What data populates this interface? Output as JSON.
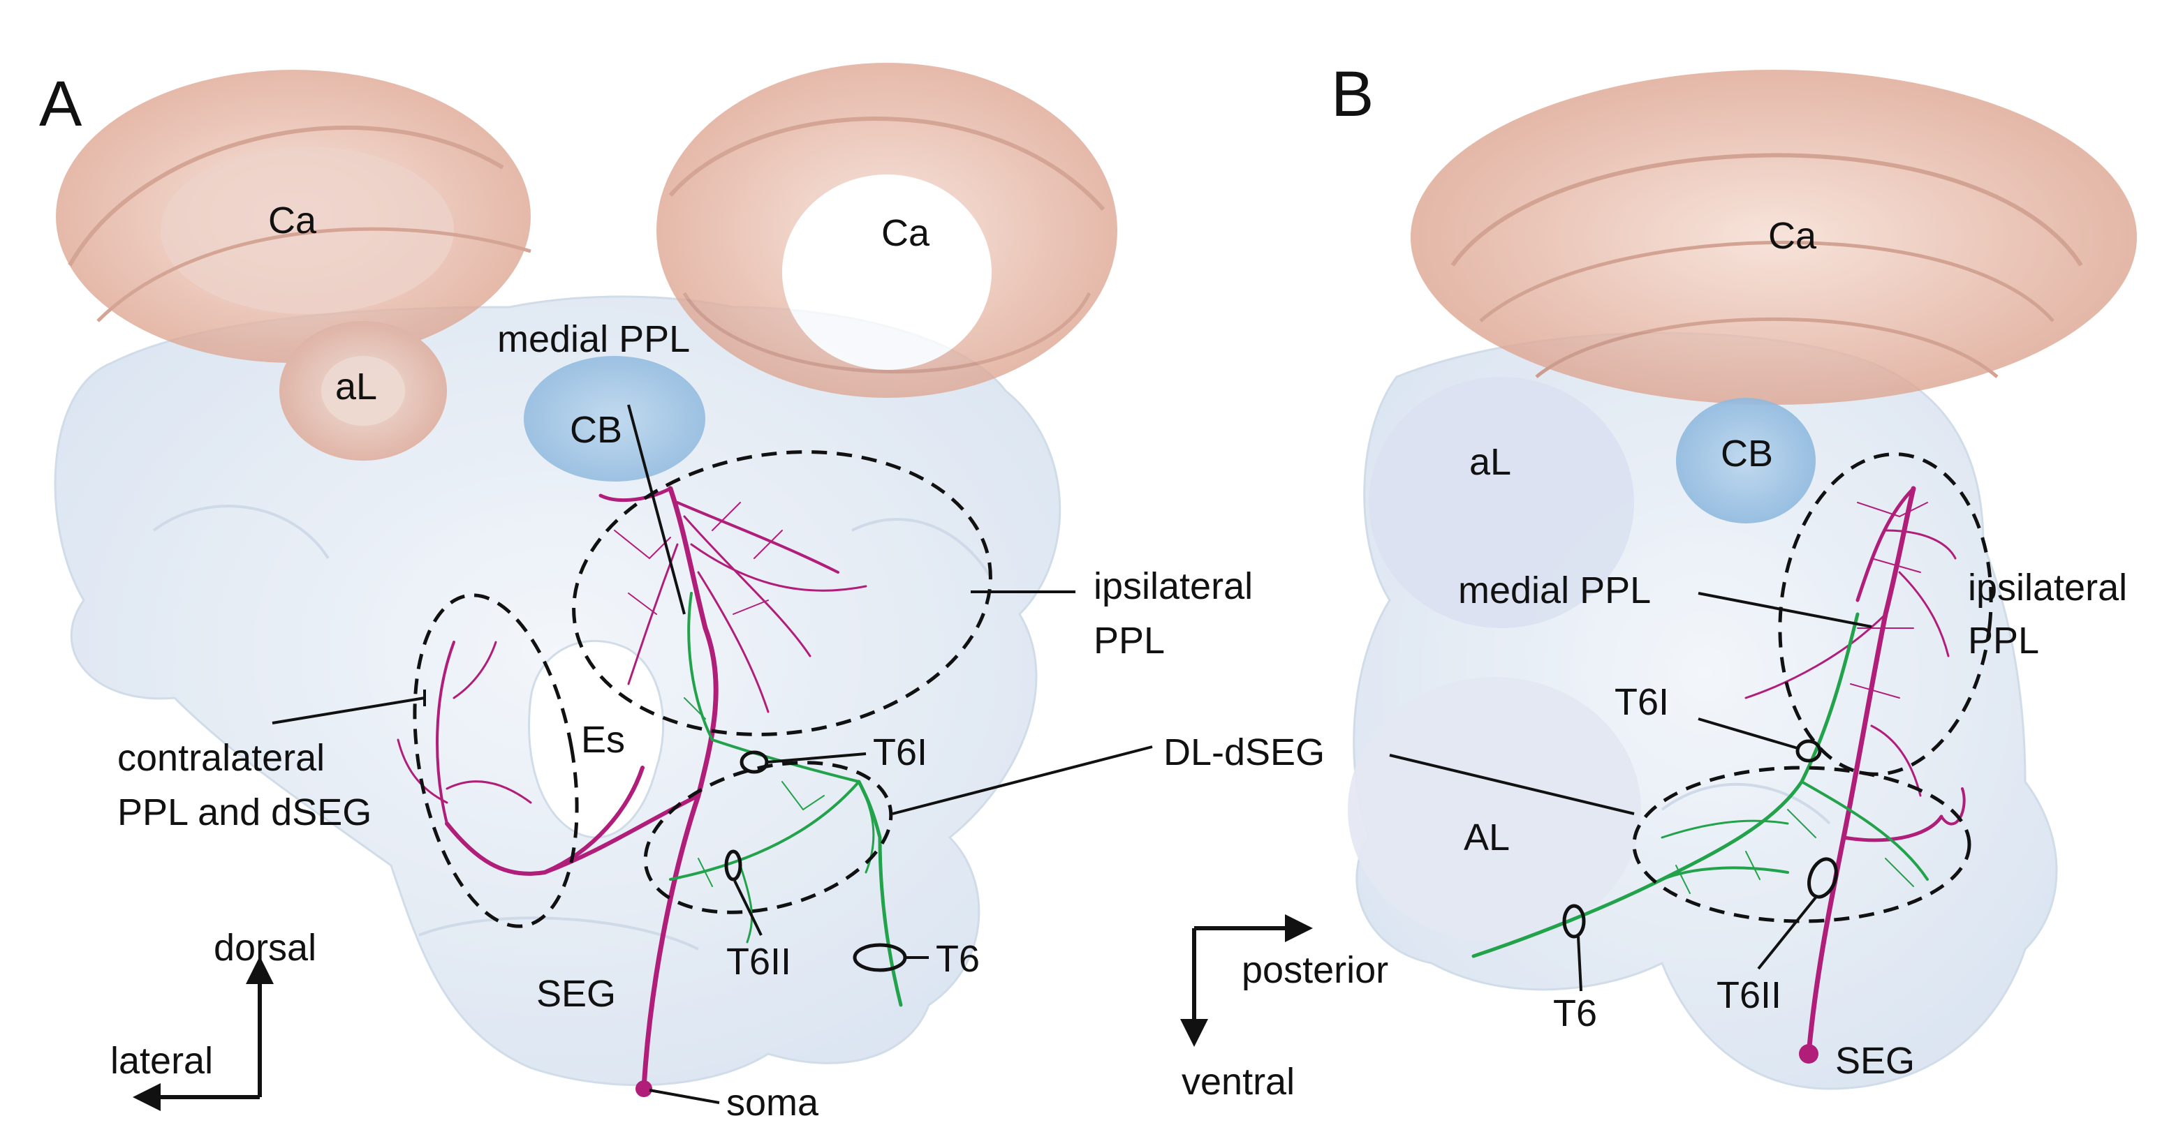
{
  "colors": {
    "neuropil_blue": "#dfe8f3",
    "calyx_orange": "#e8b6a3",
    "cb_blue": "#9ec4e4",
    "neuron_magenta": "#b01e7a",
    "neuron_green": "#22a24a"
  },
  "panelA": {
    "letter": "A",
    "labels": {
      "ca_left": "Ca",
      "ca_right": "Ca",
      "al_lobe": "aL",
      "medial_ppl": "medial PPL",
      "cb": "CB",
      "ipsilateral_l1": "ipsilateral",
      "ipsilateral_l2": "PPL",
      "contralateral_l1": "contralateral",
      "contralateral_l2": "PPL and dSEG",
      "es": "Es",
      "t6i": "T6I",
      "dl_dseg": "DL-dSEG",
      "seg": "SEG",
      "t6ii": "T6II",
      "t6": "T6",
      "soma": "soma"
    },
    "axes": {
      "vertical": "dorsal",
      "horizontal": "lateral"
    }
  },
  "panelB": {
    "letter": "B",
    "labels": {
      "ca": "Ca",
      "al_lobe": "aL",
      "cb": "CB",
      "medial_ppl": "medial PPL",
      "ipsilateral_l1": "ipsilateral",
      "ipsilateral_l2": "PPL",
      "t6i": "T6I",
      "al": "AL",
      "t6": "T6",
      "t6ii": "T6II",
      "seg": "SEG"
    },
    "axes": {
      "horizontal": "posterior",
      "vertical": "ventral"
    }
  }
}
